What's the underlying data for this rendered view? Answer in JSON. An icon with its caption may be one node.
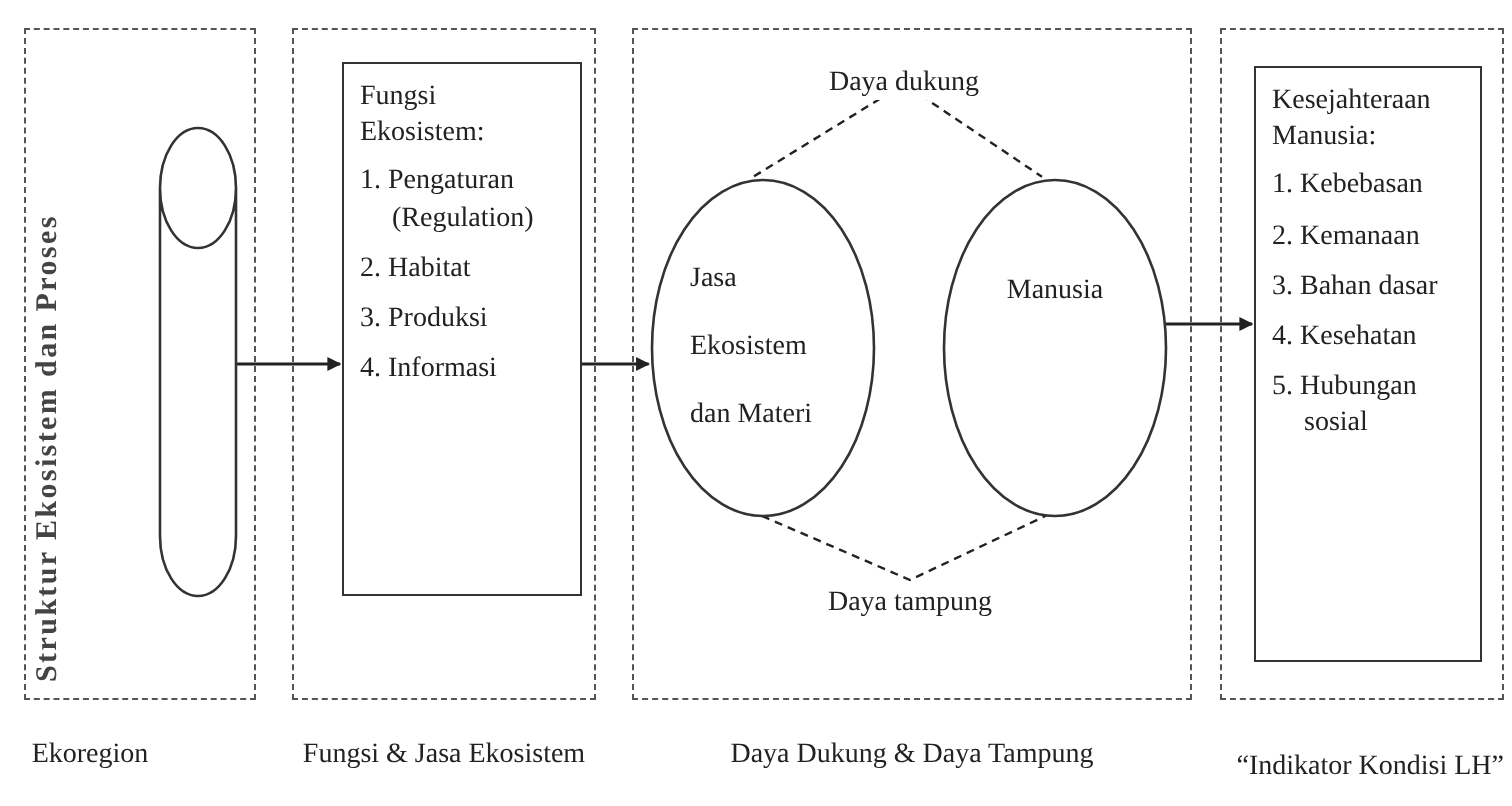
{
  "diagram": {
    "nodes": [
      {
        "text": [
          "Struktur Ekosistem dan Proses"
        ],
        "beside": [
          "Ekoregion"
        ]
      },
      {
        "text": [],
        "shape": "cylinder",
        "in": 0
      },
      {
        "text": [],
        "shape": "box",
        "beside": [
          "Fungsi & Jasa Ekosistem"
        ]
      },
      {
        "text": [
          "Fungsi Ekosistem:",
          "1. Pengaturan (Regulation)",
          "2. Habitat",
          "3. Produksi",
          "4. Informasi"
        ],
        "in": 2
      },
      {
        "text": [],
        "shape": "box",
        "beside": [
          "Daya Dukung & Daya Tampung"
        ]
      },
      {
        "text": [
          "Jasa Ekosistem dan Materi"
        ],
        "in": 4
      },
      {
        "text": [
          "Manusia"
        ],
        "in": 4
      },
      {
        "text": [],
        "shape": "box",
        "beside": [
          "“Indikator Kondisi LH”"
        ]
      },
      {
        "text": [
          "Kesejahteraan Manusia:",
          "1. Kebebasan",
          "2. Kemanaan",
          "3. Bahan dasar",
          "4. Kesehatan",
          "5. Hubungan sosial"
        ],
        "in": 7
      }
    ],
    "edges": [
      {
        "from": 1,
        "to": 3,
        "arrow": "to"
      },
      {
        "from": 3,
        "to": 5,
        "arrow": "to"
      },
      {
        "from": 6,
        "to": 8,
        "arrow": "to"
      },
      {
        "from": 5,
        "to": 6,
        "arrow": "none",
        "style": "dashed",
        "label": "Daya dukung"
      },
      {
        "from": 5,
        "to": 6,
        "arrow": "none",
        "style": "dashed",
        "label": "Daya tampung"
      }
    ]
  }
}
